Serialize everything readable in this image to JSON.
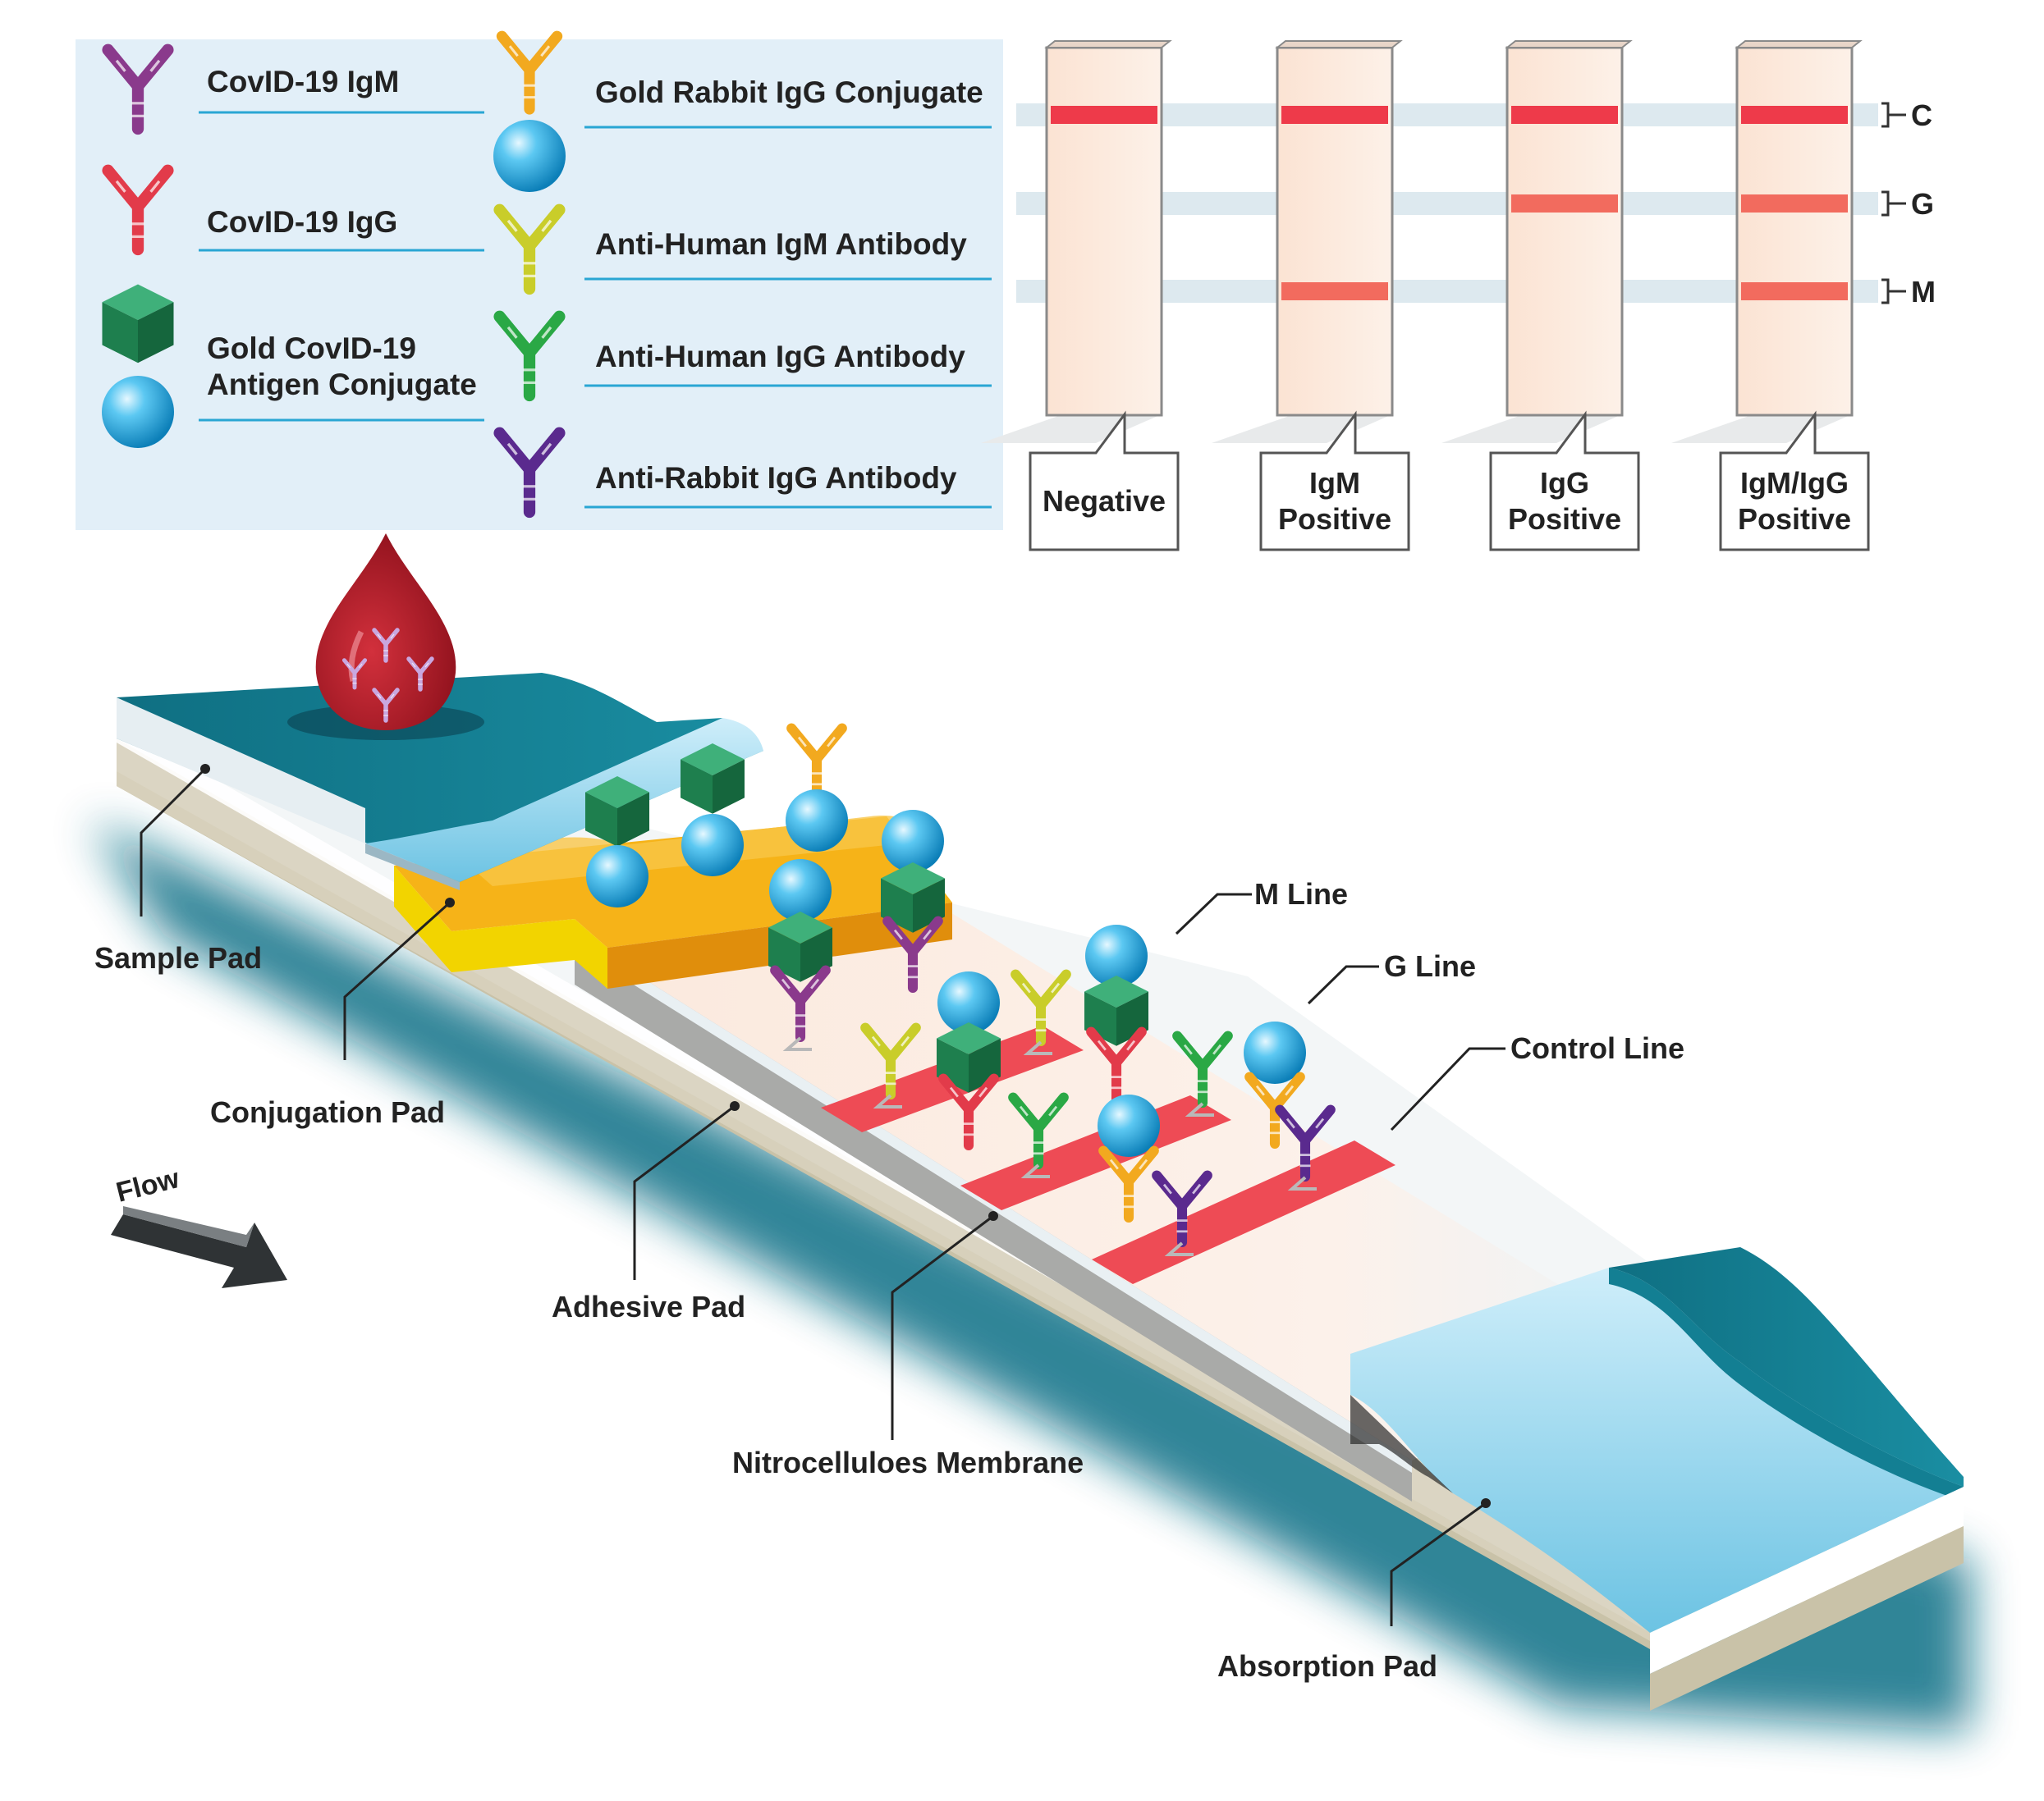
{
  "legend": {
    "items": [
      {
        "label_lines": [
          "CovID-19 IgM"
        ],
        "color": "#8a3a8c"
      },
      {
        "label_lines": [
          "CovID-19 IgG"
        ],
        "color": "#e23b4a"
      },
      {
        "label_lines": [
          "Gold CovID-19",
          "Antigen Conjugate"
        ],
        "color": "#1f8a52"
      },
      {
        "label_lines": [
          "Gold Rabbit IgG Conjugate"
        ],
        "color": "#f2a91f"
      },
      {
        "label_lines": [
          "Anti-Human IgM Antibody"
        ],
        "color": "#c9cd2a"
      },
      {
        "label_lines": [
          "Anti-Human IgG Antibody"
        ],
        "color": "#2aa845"
      },
      {
        "label_lines": [
          "Anti-Rabbit IgG Antibody"
        ],
        "color": "#5a2a8e"
      }
    ]
  },
  "results": {
    "line_keys": [
      "C",
      "G",
      "M"
    ],
    "strips": [
      {
        "label_lines": [
          "Negative"
        ],
        "lines": [
          true,
          false,
          false
        ]
      },
      {
        "label_lines": [
          "IgM",
          "Positive"
        ],
        "lines": [
          true,
          false,
          true
        ]
      },
      {
        "label_lines": [
          "IgG",
          "Positive"
        ],
        "lines": [
          true,
          true,
          false
        ]
      },
      {
        "label_lines": [
          "IgM/IgG",
          "Positive"
        ],
        "lines": [
          true,
          true,
          true
        ]
      }
    ]
  },
  "strip_labels": {
    "sample_pad": "Sample Pad",
    "conjugation_pad": "Conjugation Pad",
    "flow": "Flow",
    "adhesive_pad": "Adhesive Pad",
    "membrane": "Nitrocelluloes Membrane",
    "absorption_pad": "Absorption Pad",
    "m_line": "M Line",
    "g_line": "G Line",
    "control_line": "Control Line"
  },
  "colors": {
    "legend_bg": "#e2eff8",
    "pad_teal": "#137f93",
    "conjugate_yellow": "#f6b318",
    "test_line_red": "#ee4b55",
    "gold_particle": "#35b4e6"
  }
}
